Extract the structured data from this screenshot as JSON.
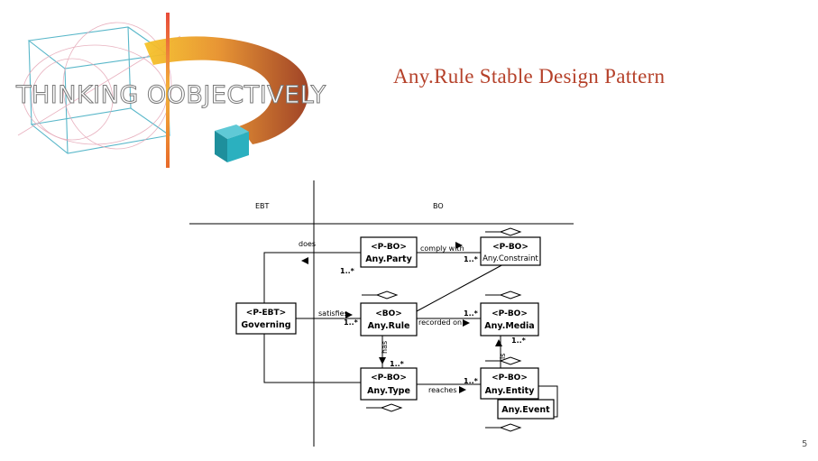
{
  "logo": {
    "text": "THINKING OOBJECTIVELY"
  },
  "slide": {
    "title": "Any.Rule Stable Design Pattern",
    "page_number": "5"
  },
  "diagram": {
    "regions": {
      "left": "EBT",
      "right": "BO"
    },
    "classes": {
      "any_party": {
        "stereotype": "<P-BO>",
        "name": "Any.Party"
      },
      "any_constraint": {
        "stereotype": "<P-BO>",
        "name": "Any.Constraint"
      },
      "governing": {
        "stereotype": "<P-EBT>",
        "name": "Governing"
      },
      "any_rule": {
        "stereotype": "<BO>",
        "name": "Any.Rule"
      },
      "any_media": {
        "stereotype": "<P-BO>",
        "name": "Any.Media"
      },
      "any_type": {
        "stereotype": "<P-BO>",
        "name": "Any.Type"
      },
      "any_entity": {
        "stereotype": "<P-BO>",
        "name": "Any.Entity"
      },
      "any_event": {
        "name": "Any.Event"
      }
    },
    "associations": {
      "does": "does",
      "comply_with": "comply with",
      "satisfies": "satisfies",
      "recorded_on": "recorded on",
      "has": "has",
      "reaches": "reaches",
      "is": "is"
    },
    "multiplicities": {
      "party_rule": "1..*",
      "comply_with": "1..*",
      "satisfies": "1..*",
      "recorded_on": "1..*",
      "media_entity": "1..*",
      "has": "1..*",
      "reaches": "1..*"
    }
  }
}
